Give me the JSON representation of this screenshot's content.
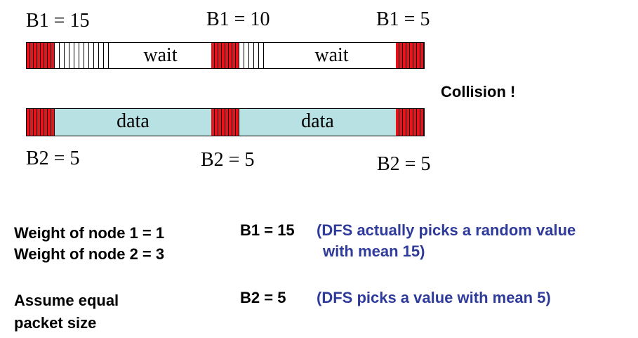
{
  "top_row": {
    "labels": [
      "B1 = 15",
      "B1 = 10",
      "B1 = 5"
    ],
    "wait_labels": [
      "wait",
      "wait"
    ]
  },
  "collision_label": "Collision !",
  "bottom_row": {
    "data_labels": [
      "data",
      "data"
    ],
    "labels": [
      "B2 = 5",
      "B2 = 5",
      "B2 = 5"
    ]
  },
  "notes": {
    "weight_node1": "Weight of node 1 = 1",
    "weight_node2": "Weight of node 2 = 3",
    "assume_line1": "Assume equal",
    "assume_line2": "packet size",
    "b1_value": "B1 = 15",
    "b1_explain_line1": "(DFS actually picks a random value",
    "b1_explain_line2": "with mean 15)",
    "b2_value": "B2 = 5",
    "b2_explain": "(DFS picks a value with mean 5)"
  },
  "colors": {
    "slot_red": "#e8141c",
    "data_fill": "#b7e1e3",
    "explain_blue": "#2f3b9a"
  }
}
